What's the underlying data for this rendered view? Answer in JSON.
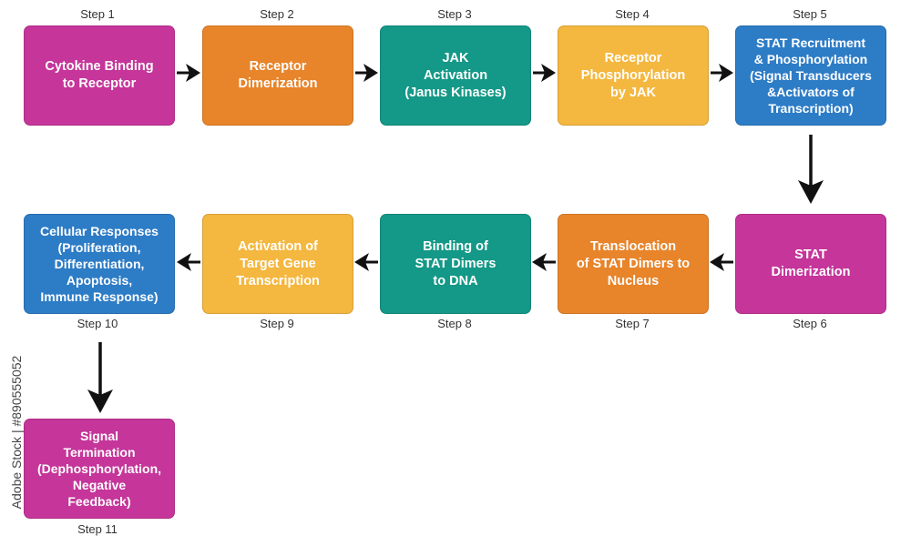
{
  "steps": [
    {
      "label": "Step 1",
      "text": "Cytokine Binding\nto Receptor",
      "color": "#c5359a"
    },
    {
      "label": "Step 2",
      "text": "Receptor\nDimerization",
      "color": "#e8842a"
    },
    {
      "label": "Step 3",
      "text": "JAK\nActivation\n(Janus Kinases)",
      "color": "#149887"
    },
    {
      "label": "Step 4",
      "text": "Receptor\nPhosphorylation\nby JAK",
      "color": "#f4b73f"
    },
    {
      "label": "Step 5",
      "text": "STAT Recruitment\n& Phosphorylation\n(Signal Transducers\n&Activators of\nTranscription)",
      "color": "#2d7cc6"
    },
    {
      "label": "Step 6",
      "text": "STAT\nDimerization",
      "color": "#c5359a"
    },
    {
      "label": "Step 7",
      "text": "Translocation\nof STAT Dimers to\nNucleus",
      "color": "#e8842a"
    },
    {
      "label": "Step 8",
      "text": "Binding of\nSTAT Dimers\nto DNA",
      "color": "#149887"
    },
    {
      "label": "Step 9",
      "text": "Activation of\nTarget Gene\nTranscription",
      "color": "#f4b73f"
    },
    {
      "label": "Step 10",
      "text": "Cellular Responses\n(Proliferation,\nDifferentiation,\nApoptosis,\nImmune Response)",
      "color": "#2d7cc6"
    },
    {
      "label": "Step 11",
      "text": "Signal\nTermination\n(Dephosphorylation,\nNegative\nFeedback)",
      "color": "#c5359a"
    }
  ],
  "watermark": "Adobe Stock | #890555052"
}
